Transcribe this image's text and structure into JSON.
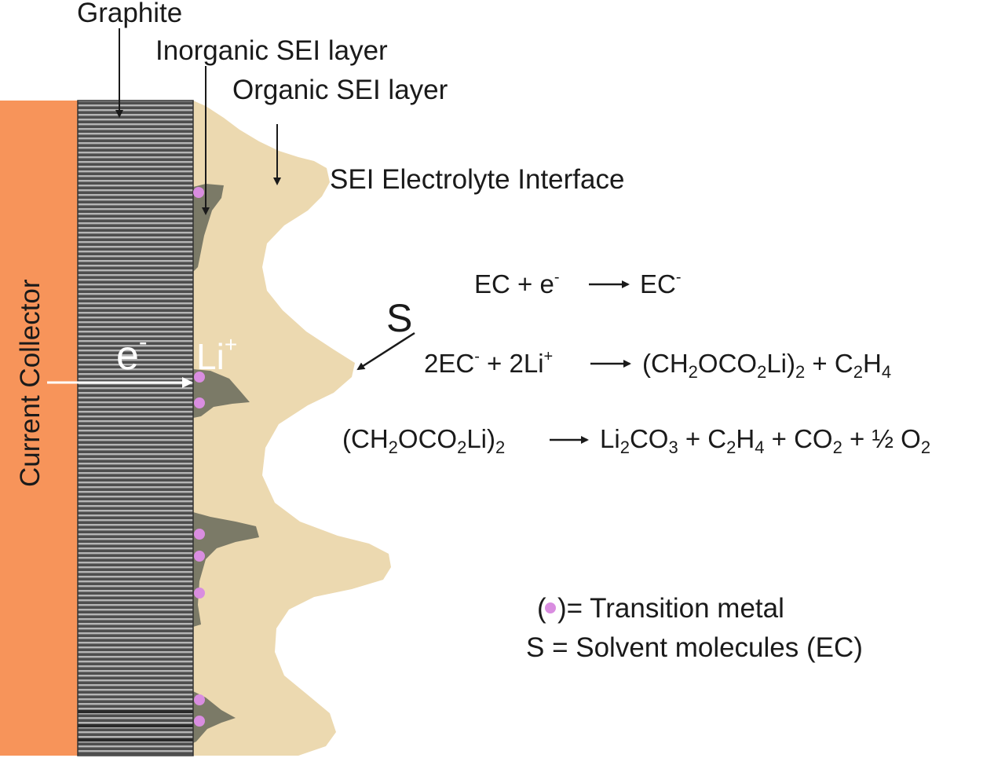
{
  "colors": {
    "current_collector": "#f7945a",
    "graphite_bg": "#4e4e4e",
    "graphite_stripe": "#b8b8b8",
    "organic_sei": "#ecd9b0",
    "inorganic_sei": "#7b7a67",
    "transition_metal": "#d98de0",
    "arrow_white": "#ffffff",
    "text": "#1a1a1a"
  },
  "labels": {
    "graphite": "Graphite",
    "inorganic_sei": "Inorganic SEI layer",
    "organic_sei": "Organic SEI layer",
    "sei_interface": "SEI Electrolyte Interface",
    "current_collector": "Current Collector",
    "electron": "e",
    "electron_sup": "-",
    "lithium": "Li",
    "lithium_sup": "+",
    "solvent": "S"
  },
  "equations": {
    "eq1": {
      "ec": "EC + e",
      "minus": "-",
      "product": "EC",
      "minus2": "-"
    },
    "eq2": {
      "a": "2EC",
      "a_sup": "-",
      "b": " + 2Li",
      "b_sup": "+",
      "c1": "(CH",
      "c2": "2",
      "c3": "OCO",
      "c4": "2",
      "c5": "Li)",
      "c6": "2",
      "d1": " + C",
      "d2": "2",
      "d3": "H",
      "d4": "4"
    },
    "eq3": {
      "a1": "(CH",
      "a2": "2",
      "a3": "OCO",
      "a4": "2",
      "a5": "Li)",
      "a6": "2",
      "b1": "Li",
      "b2": "2",
      "b3": "CO",
      "b4": "3",
      "c1": " + C",
      "c2": "2",
      "c3": "H",
      "c4": "4",
      "d1": " + CO",
      "d2": "2",
      "e1": " + ½ O",
      "e2": "2"
    }
  },
  "legend": {
    "transition_metal_open": "(",
    "transition_metal_text": ")= Transition metal",
    "solvent": "S = Solvent molecules (EC)"
  }
}
